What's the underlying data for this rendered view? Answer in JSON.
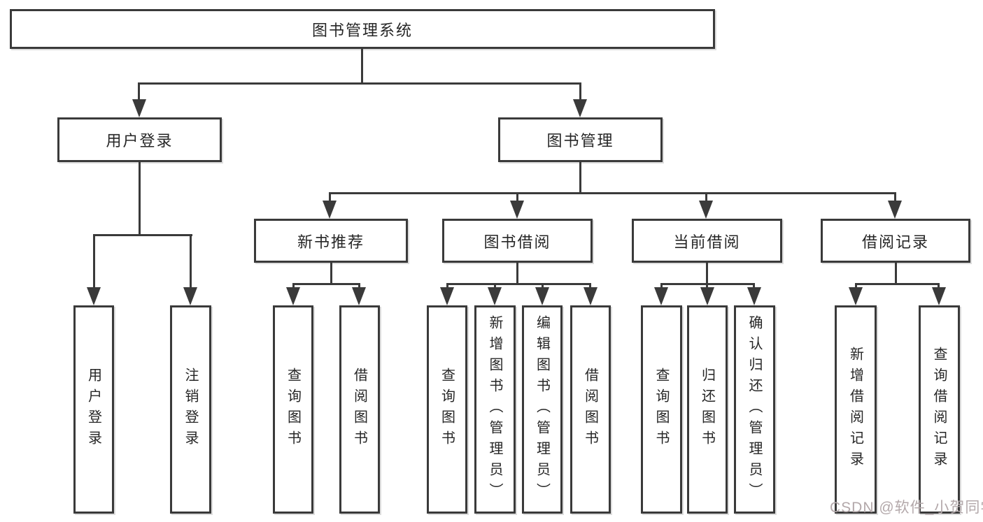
{
  "nodes": {
    "root": "图书管理系统",
    "user_login": "用户登录",
    "book_mgmt": "图书管理",
    "new_book_rec": "新书推荐",
    "book_borrow": "图书借阅",
    "current_borrow": "当前借阅",
    "borrow_record": "借阅记录",
    "leaf_user_login": "用户登录",
    "leaf_logout_login": "注销登录",
    "leaf_query_book_newrec": "查询图书",
    "leaf_borrow_book_newrec": "借阅图书",
    "leaf_query_book_borrow": "查询图书",
    "leaf_add_book_admin": "新增图书（管理员）",
    "leaf_edit_book_admin": "编辑图书（管理员）",
    "leaf_borrow_book_borrow": "借阅图书",
    "leaf_query_book_current": "查询图书",
    "leaf_return_book": "归还图书",
    "leaf_confirm_return_admin": "确认归还（管理员）",
    "leaf_add_borrow_record": "新增借阅记录",
    "leaf_query_borrow_record": "查询借阅记录"
  },
  "watermark": "CSDN @软件_小贺同学",
  "colors": {
    "line": "#3a3a3a",
    "text": "#262626",
    "background": "#ffffff",
    "watermark": "#b3a8aa"
  }
}
